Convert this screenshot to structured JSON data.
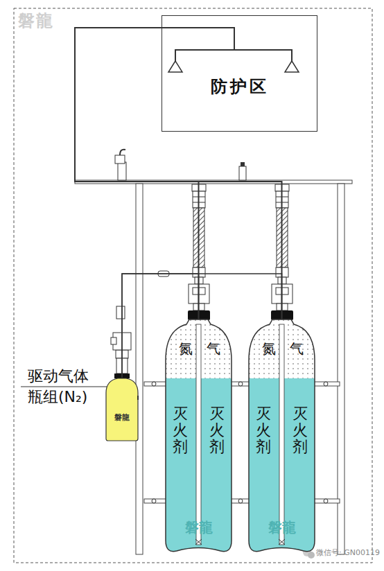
{
  "diagram": {
    "nodes": [
      {
        "text": [
          "防护区"
        ]
      },
      {
        "text": [
          "氮气",
          "灭火剂",
          "灭火剂",
          "磐龍"
        ]
      },
      {
        "text": [
          "氮气",
          "灭火剂",
          "灭火剂",
          "磐龍"
        ]
      },
      {
        "text": [
          "磐龍"
        ]
      }
    ],
    "edges": [
      {
        "from": 1,
        "to": 0,
        "arrow": "none"
      },
      {
        "from": 2,
        "to": 0,
        "arrow": "none"
      },
      {
        "from": 3,
        "to": 1,
        "arrow": "none"
      },
      {
        "from": 3,
        "to": 2,
        "arrow": "none"
      }
    ],
    "labels": [
      "磐龍",
      "驱动气体 瓶组(N₂)",
      "微信号: GN00119"
    ]
  }
}
